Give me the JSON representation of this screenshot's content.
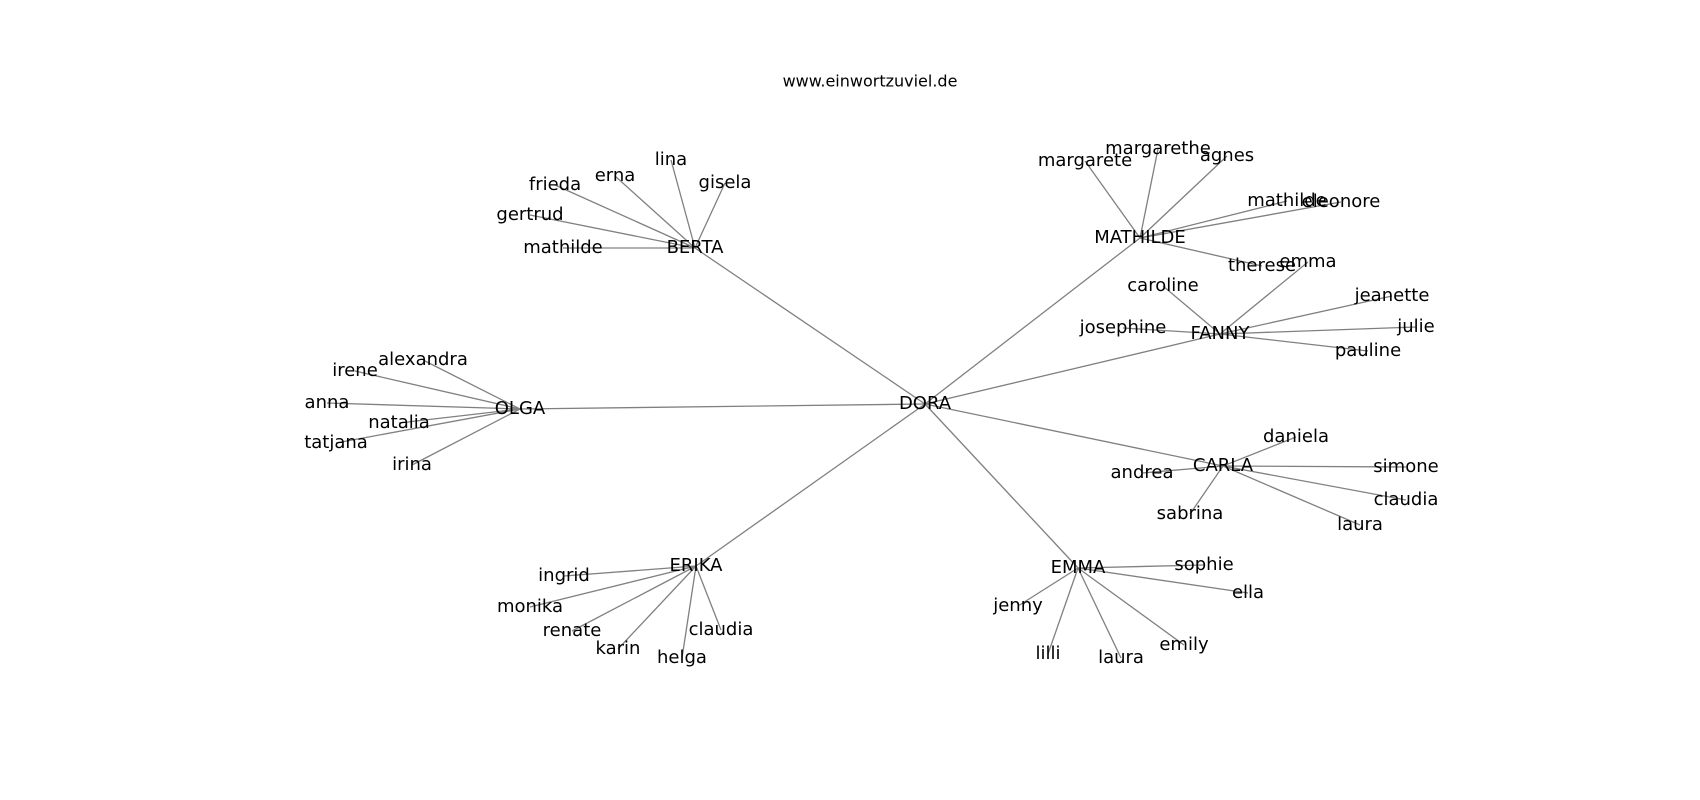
{
  "title": "www.einwortzuviel.de",
  "colors": {
    "edge": "#808080",
    "text": "#000000",
    "background": "#ffffff"
  },
  "graph": {
    "center": "DORA",
    "groups": [
      {
        "hub": "BERTA",
        "leaves": [
          "mathilde",
          "gertrud",
          "frieda",
          "erna",
          "lina",
          "gisela"
        ]
      },
      {
        "hub": "MATHILDE",
        "leaves": [
          "margarete",
          "margarethe",
          "agnes",
          "mathilde",
          "eleonore",
          "therese"
        ]
      },
      {
        "hub": "FANNY",
        "leaves": [
          "emma",
          "caroline",
          "jeanette",
          "josephine",
          "julie",
          "pauline"
        ]
      },
      {
        "hub": "OLGA",
        "leaves": [
          "alexandra",
          "irene",
          "anna",
          "natalia",
          "tatjana",
          "irina"
        ]
      },
      {
        "hub": "CARLA",
        "leaves": [
          "daniela",
          "andrea",
          "simone",
          "claudia",
          "sabrina",
          "laura"
        ]
      },
      {
        "hub": "ERIKA",
        "leaves": [
          "ingrid",
          "monika",
          "renate",
          "karin",
          "claudia",
          "helga"
        ]
      },
      {
        "hub": "EMMA",
        "leaves": [
          "sophie",
          "ella",
          "jenny",
          "emily",
          "lilli",
          "laura"
        ]
      }
    ]
  }
}
